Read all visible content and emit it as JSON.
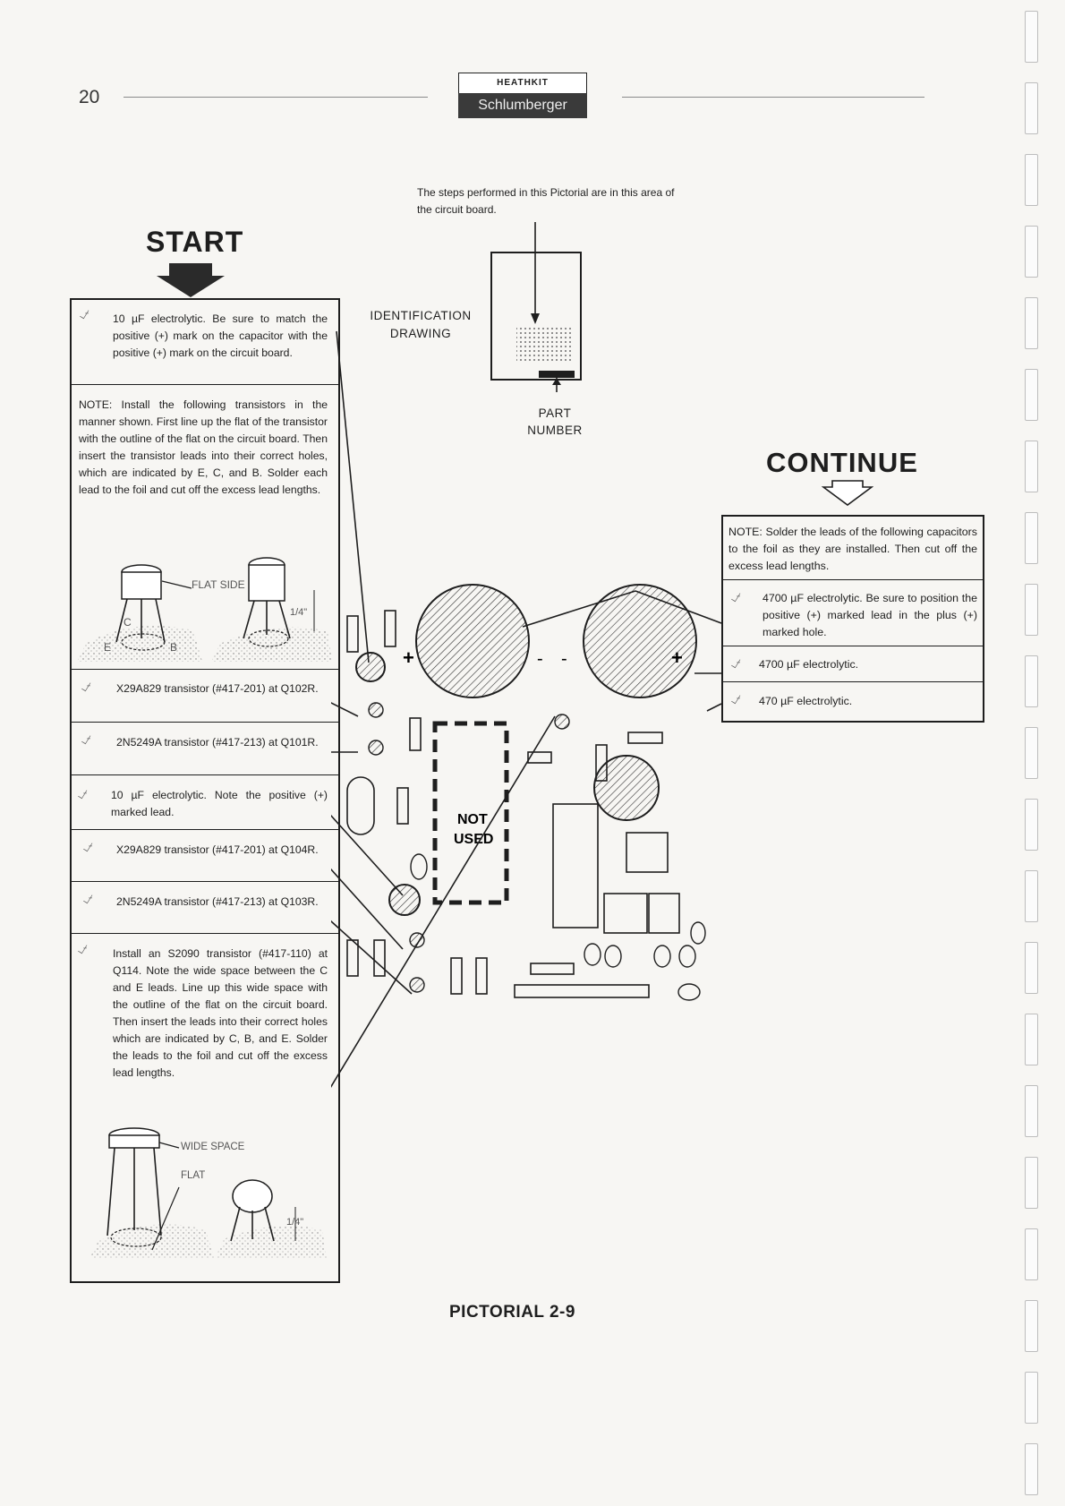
{
  "header": {
    "page_number": "20",
    "brand_top": "HEATHKIT",
    "brand_bottom": "Schlumberger"
  },
  "locator": {
    "note": "The steps performed in this Pictorial are in this area of the circuit board.",
    "identification_label": "IDENTIFICATION DRAWING",
    "part_number_label": "PART NUMBER"
  },
  "start": {
    "title": "START",
    "steps": [
      {
        "text": "10 µF electrolytic. Be sure to match the positive (+) mark on the capacitor with the positive (+) mark on the circuit board."
      },
      {
        "text": "NOTE: Install the following transistors in the manner shown. First line up the flat of the transistor with the outline of the flat on the circuit board. Then insert the transistor leads into their correct holes, which are indicated by E, C, and B. Solder each lead to the foil and cut off the excess lead lengths."
      },
      {
        "text": "X29A829 transistor (#417-201) at Q102R."
      },
      {
        "text": "2N5249A transistor (#417-213) at Q101R."
      },
      {
        "text": "10 µF electrolytic. Note the positive (+) marked lead."
      },
      {
        "text": "X29A829 transistor (#417-201) at Q104R."
      },
      {
        "text": "2N5249A transistor (#417-213) at Q103R."
      },
      {
        "text": "Install an S2090 transistor (#417-110) at Q114. Note the wide space between the C and E leads. Line up this wide space with the outline of the flat on the circuit board. Then insert the leads into their correct holes which are indicated by C, B, and E. Solder the leads to the foil and cut off the excess lead lengths."
      }
    ],
    "figure_labels": {
      "flat_side": "FLAT SIDE",
      "quarter_inch": "1/4\"",
      "wide_space": "WIDE SPACE",
      "flat": "FLAT",
      "e": "E",
      "c": "C",
      "b": "B"
    }
  },
  "continue": {
    "title": "CONTINUE",
    "steps": [
      {
        "text": "NOTE: Solder the leads of the following capacitors to the foil as they are installed. Then cut off the excess lead lengths."
      },
      {
        "text": "4700 µF electrolytic. Be sure to position the positive (+) marked lead in the plus (+) marked hole."
      },
      {
        "text": "4700 µF electrolytic."
      },
      {
        "text": "470 µF electrolytic."
      }
    ]
  },
  "board": {
    "not_used_line1": "NOT",
    "not_used_line2": "USED",
    "plus": "+",
    "minus": "-"
  },
  "footer": {
    "title": "PICTORIAL 2-9"
  },
  "icons": [
    "check-mark-icon",
    "arrow-down-icon",
    "transistor-icon",
    "capacitor-icon"
  ]
}
